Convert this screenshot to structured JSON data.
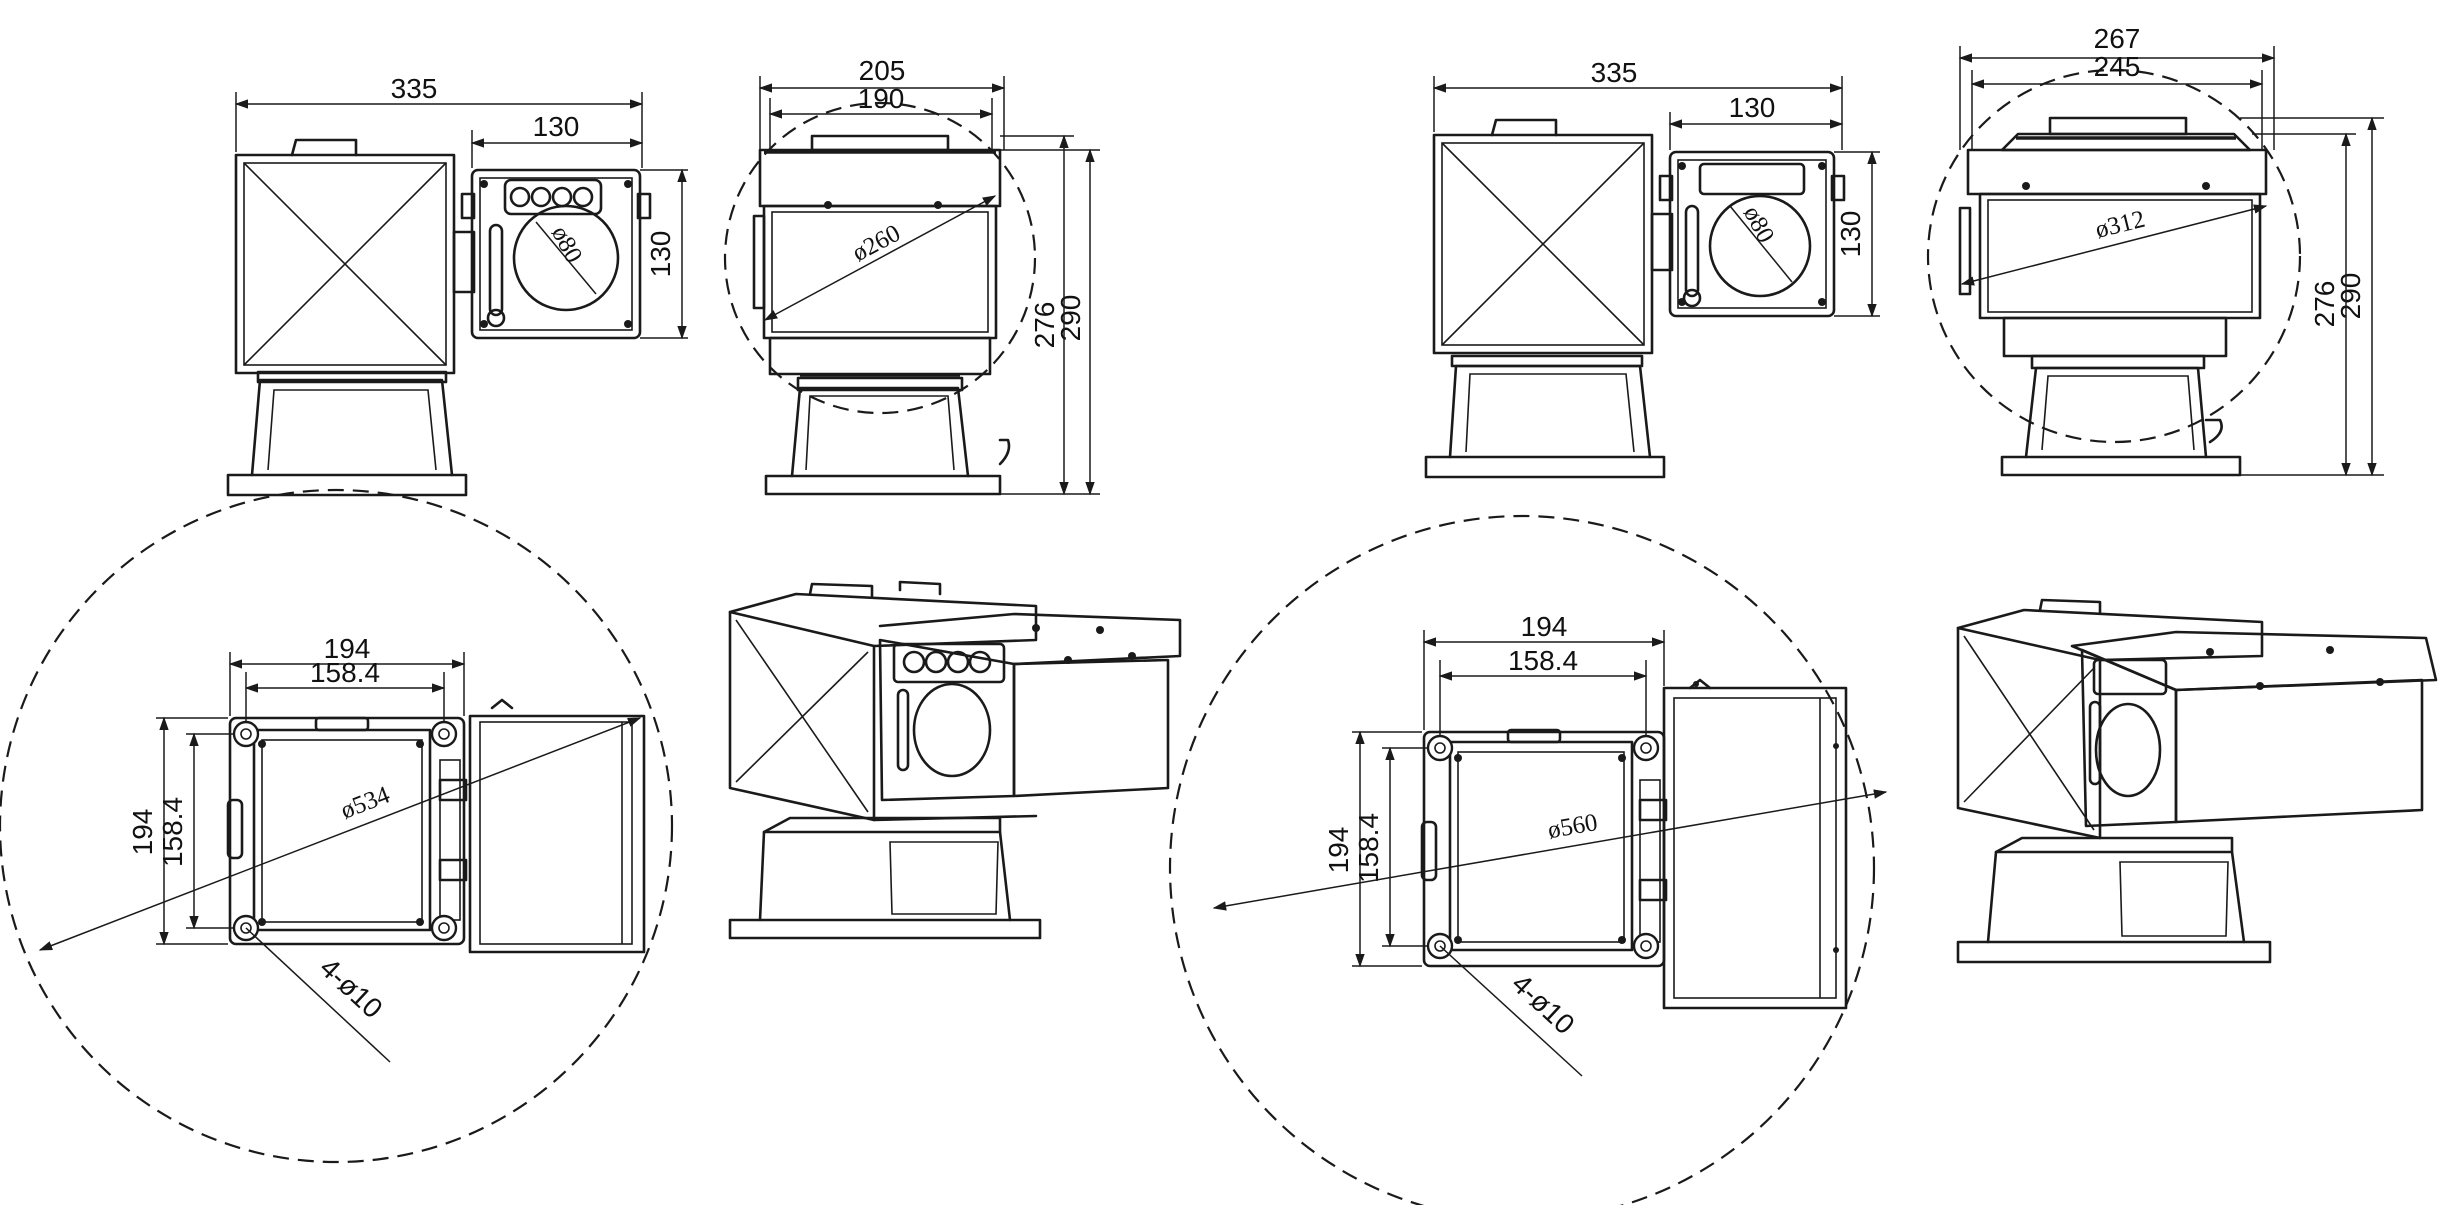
{
  "model_a": {
    "front_view": {
      "width_dim": "335",
      "camera_width_dim": "130",
      "camera_height_dim": "130",
      "window_dia_dim": "ø80"
    },
    "side_view": {
      "width_outer_dim": "205",
      "width_inner_dim": "190",
      "sweep_dia_dim": "ø260",
      "height_inner_dim": "276",
      "height_outer_dim": "290"
    },
    "top_view": {
      "plate_width_dim": "194",
      "hole_spacing_w_dim": "158.4",
      "plate_height_dim": "194",
      "hole_spacing_h_dim": "158.4",
      "sweep_dia_dim": "ø534",
      "holes_dim": "4-ø10"
    }
  },
  "model_b": {
    "front_view": {
      "width_dim": "335",
      "camera_width_dim": "130",
      "camera_height_dim": "130",
      "window_dia_dim": "ø80"
    },
    "side_view": {
      "width_outer_dim": "267",
      "width_inner_dim": "245",
      "sweep_dia_dim": "ø312",
      "height_inner_dim": "276",
      "height_outer_dim": "290"
    },
    "top_view": {
      "plate_width_dim": "194",
      "hole_spacing_w_dim": "158.4",
      "plate_height_dim": "194",
      "hole_spacing_h_dim": "158.4",
      "sweep_dia_dim": "ø560",
      "holes_dim": "4-ø10"
    }
  },
  "colors": {
    "line": "#1a1a1a",
    "background": "#ffffff"
  }
}
